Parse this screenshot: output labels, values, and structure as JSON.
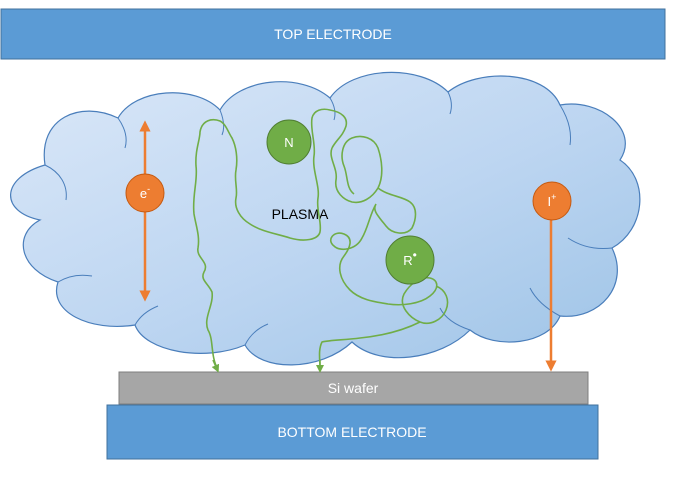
{
  "top_electrode": {
    "label": "TOP ELECTRODE",
    "color": "#5b9bd5"
  },
  "bottom_electrode": {
    "label": "BOTTOM ELECTRODE",
    "color": "#5b9bd5"
  },
  "wafer": {
    "label": "Si wafer",
    "color": "#a6a6a6"
  },
  "plasma": {
    "label": "PLASMA",
    "color_light": "#dbe8f8",
    "color_dark": "#9dc3e6",
    "outline": "#4a7ebb"
  },
  "particles": {
    "electron": {
      "label": "e",
      "superscript": "-",
      "color": "#ed7d31"
    },
    "neutral": {
      "label": "N",
      "color": "#70ad47"
    },
    "radical": {
      "label": "R",
      "superscript": "•",
      "color": "#70ad47"
    },
    "ion": {
      "label": "I",
      "superscript": "+",
      "color": "#ed7d31"
    }
  },
  "arrow_colors": {
    "orange": "#ed7d31",
    "green": "#70ad47"
  }
}
